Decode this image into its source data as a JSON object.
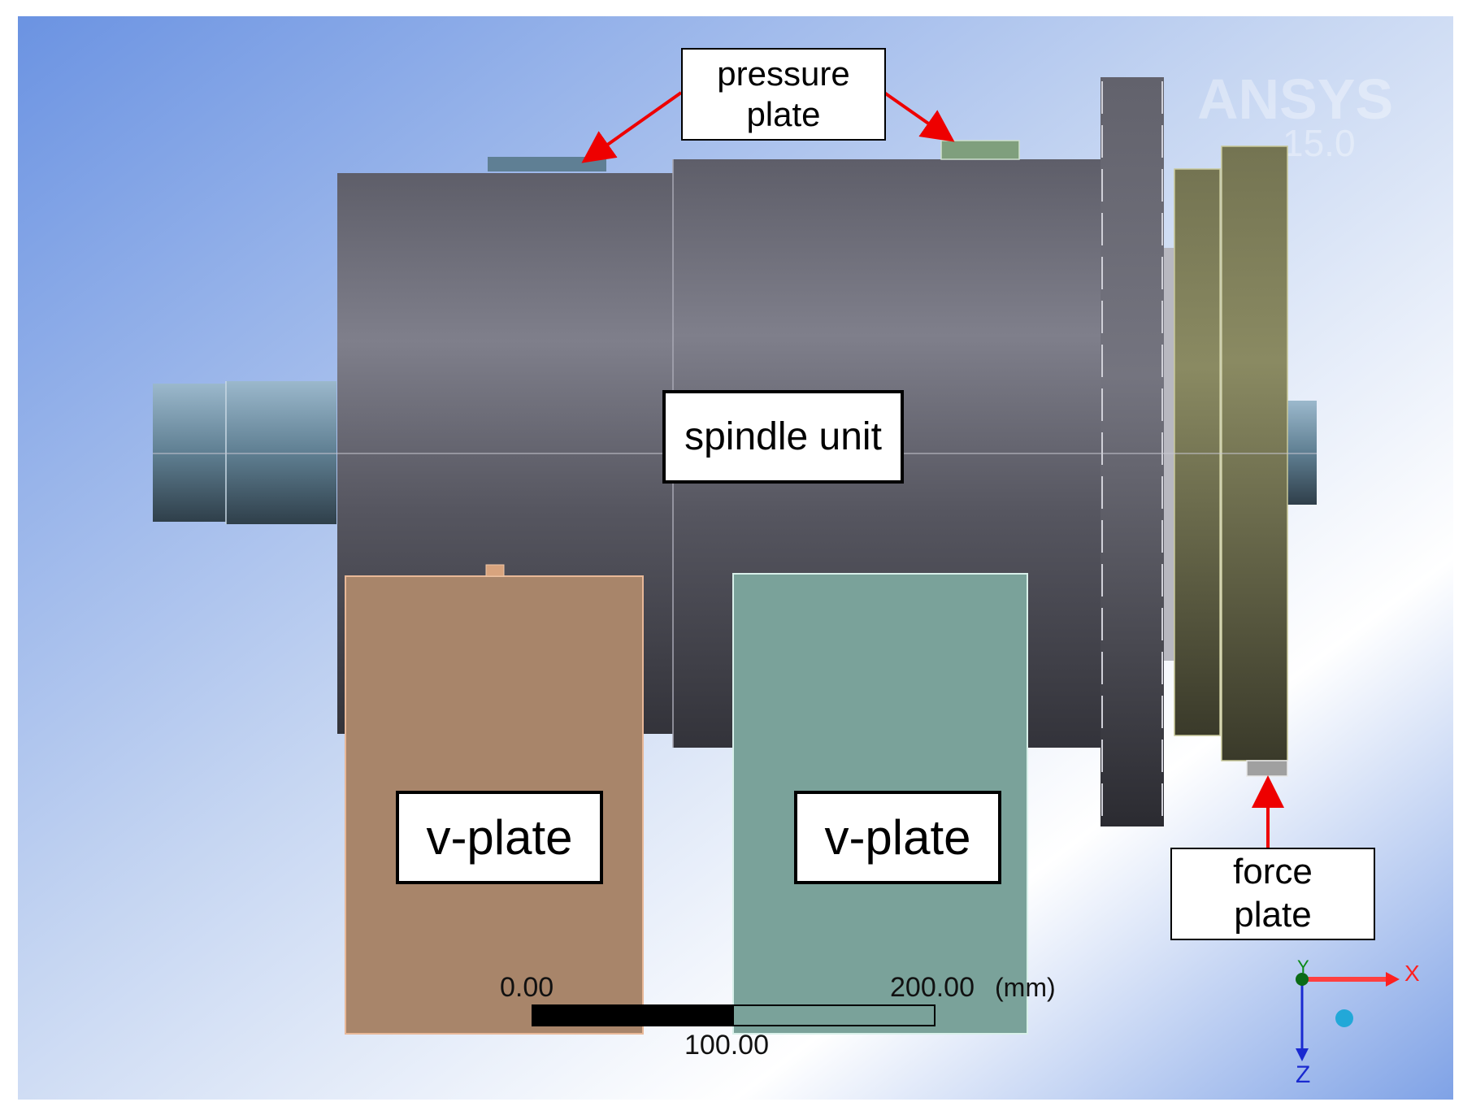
{
  "labels": {
    "pressure_plate": "pressure\nplate",
    "spindle_unit": "spindle unit",
    "v_plate_left": "v-plate",
    "v_plate_right": "v-plate",
    "force_plate": "force\nplate"
  },
  "watermark": {
    "brand": "ANSYS",
    "version": "15.0"
  },
  "scale_bar": {
    "start": "0.00",
    "mid": "100.00",
    "end": "200.00",
    "unit": "(mm)"
  },
  "triad": {
    "x": "X",
    "y": "Y",
    "z": "Z"
  },
  "colors": {
    "arrow": "#ee0000",
    "v_plate_left": "#a8856a",
    "v_plate_right": "#7aa29a",
    "force_plate": "#7c7c58",
    "spindle": "#6f6f78",
    "background_top": "#6f97e3"
  }
}
